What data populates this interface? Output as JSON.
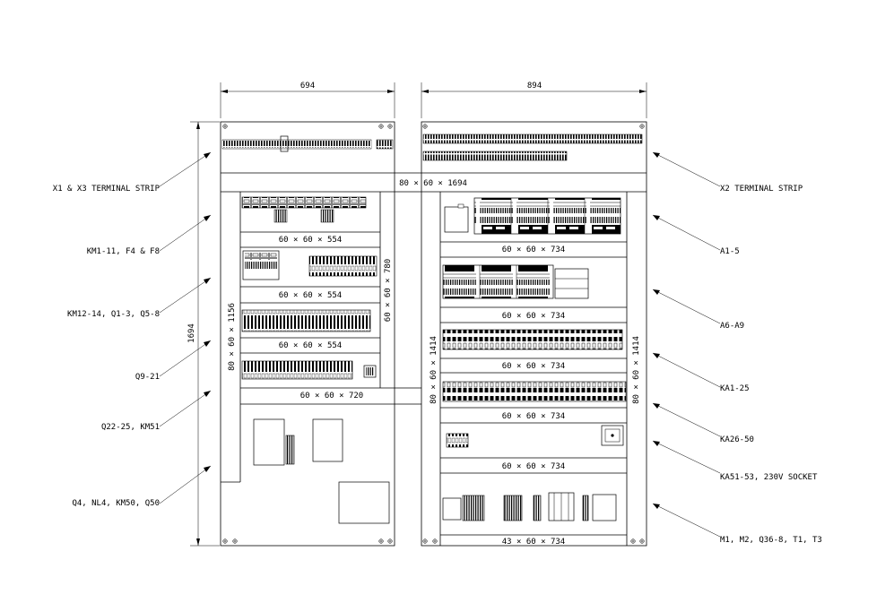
{
  "dimensions": {
    "left_width": "694",
    "right_width": "894",
    "height": "1694"
  },
  "trunking": {
    "top_horizontal": "80 × 60 × 1694",
    "left_vertical": "80 × 60 × 1156",
    "left_inner_vertical": "60 × 60 × 780",
    "left_horizontal": "60 × 60 × 720",
    "right_left_vertical": "80 × 60 × 1414",
    "right_right_vertical": "80 × 60 × 1414",
    "left_rows": [
      "60 × 60 × 554",
      "60 × 60 × 554",
      "60 × 60 × 554"
    ],
    "right_rows": [
      "60 × 60 × 734",
      "60 × 60 × 734",
      "60 × 60 × 734",
      "60 × 60 × 734",
      "60 × 60 × 734",
      "43 × 60 × 734"
    ]
  },
  "left_callouts": [
    "X1 & X3 TERMINAL STRIP",
    "KM1-11, F4 & F8",
    "KM12-14, Q1-3, Q5-8",
    "Q9-21",
    "Q22-25, KM51",
    "Q4, NL4, KM50, Q50"
  ],
  "right_callouts": [
    "X2 TERMINAL STRIP",
    "A1-5",
    "A6-A9",
    "KA1-25",
    "KA26-50",
    "KA51-53, 230V SOCKET",
    "M1, M2, Q36-8, T1, T3"
  ]
}
